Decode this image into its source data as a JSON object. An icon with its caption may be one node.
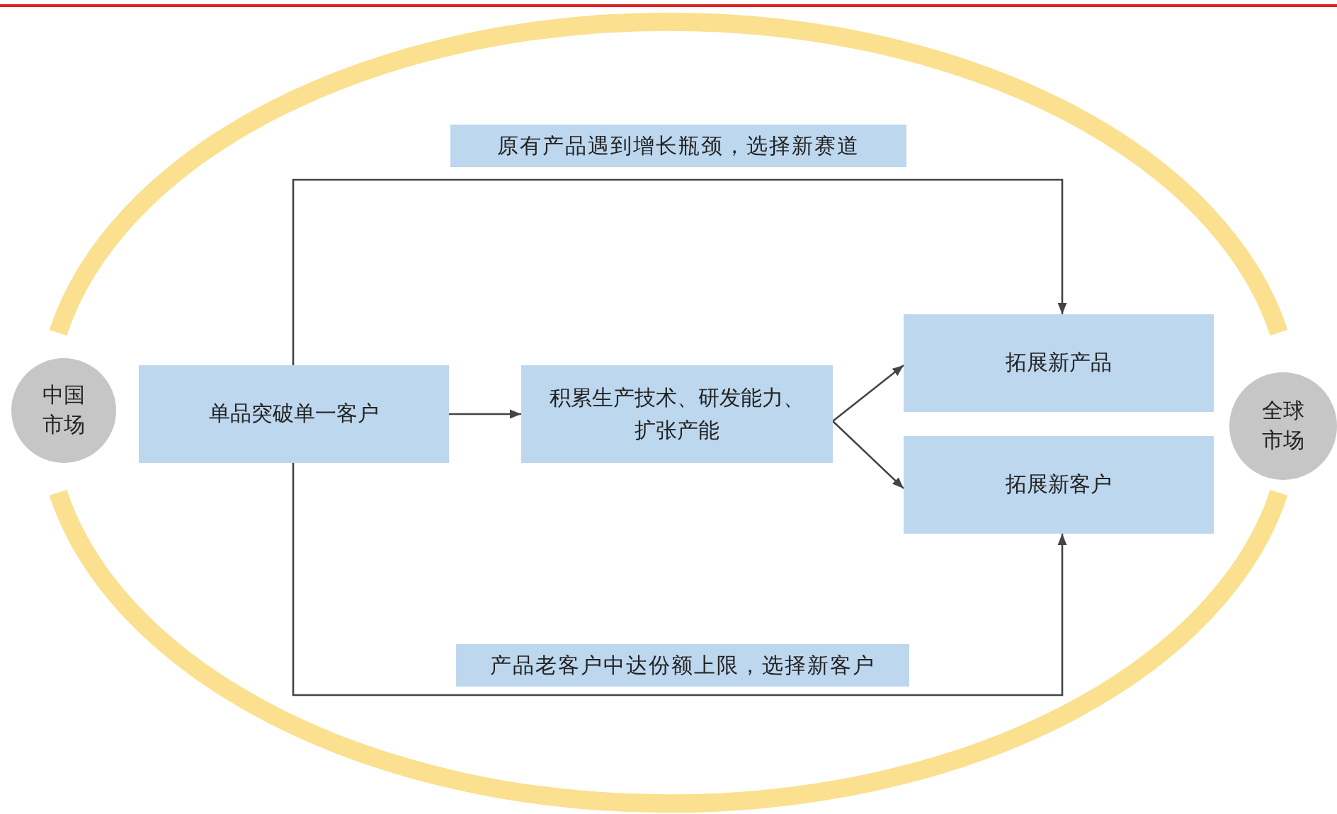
{
  "diagram": {
    "nodes": [
      {
        "text": [
          "中国市场"
        ]
      },
      {
        "text": [
          "单品突破单一客户"
        ]
      },
      {
        "text": [
          "积累生产技术、研发能力、扩张产能"
        ]
      },
      {
        "text": [
          "拓展新产品"
        ]
      },
      {
        "text": [
          "拓展新客户"
        ]
      },
      {
        "text": [
          "全球市场"
        ]
      }
    ],
    "edges": [
      {
        "from": 1,
        "to": 2,
        "arrow": "to"
      },
      {
        "from": 2,
        "to": 3,
        "arrow": "to"
      },
      {
        "from": 2,
        "to": 4,
        "arrow": "to"
      },
      {
        "from": 1,
        "to": 3,
        "arrow": "to",
        "label": "原有产品遇到增长瓶颈，选择新赛道"
      },
      {
        "from": 1,
        "to": 4,
        "arrow": "to",
        "label": "产品老客户中达份额上限，选择新客户"
      }
    ]
  }
}
